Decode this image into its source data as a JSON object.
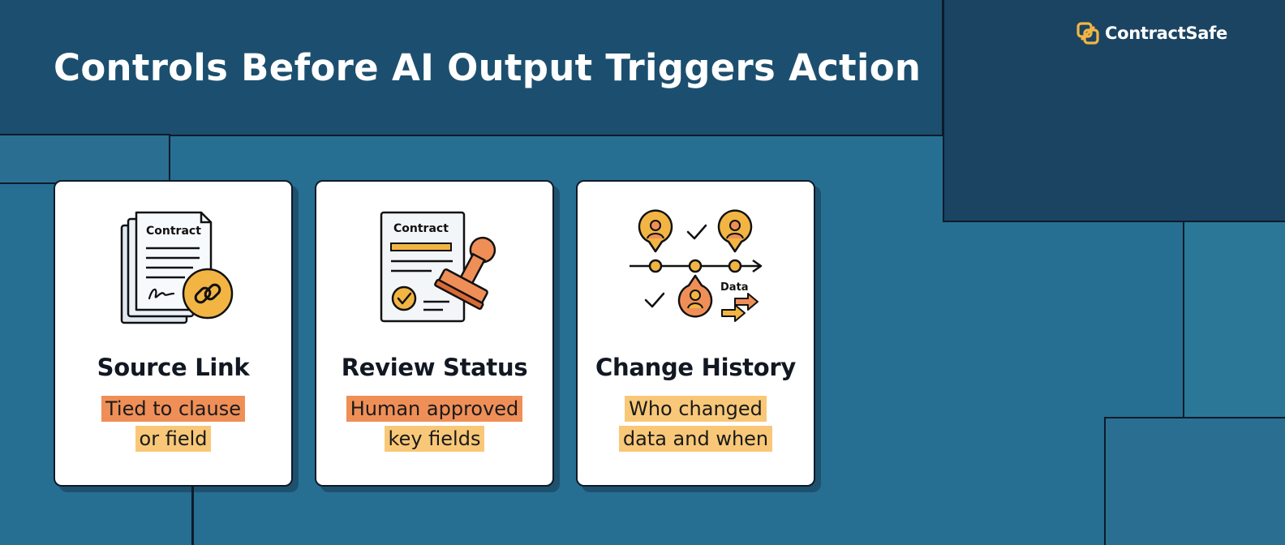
{
  "page": {
    "title": "Controls Before AI Output Triggers Action",
    "brand": "ContractSafe"
  },
  "colors": {
    "background": "#276f92",
    "header_band": "#1c4f6f",
    "accent_orange": "#ef8f57",
    "accent_yellow": "#f8c878",
    "brand_gold": "#f2b544"
  },
  "cards": [
    {
      "title": "Source Link",
      "line1": "Tied to clause",
      "line2": "or field",
      "icon": "contract-link-icon",
      "icon_label": "Contract"
    },
    {
      "title": "Review Status",
      "line1": "Human approved",
      "line2": "key fields",
      "icon": "contract-stamp-icon",
      "icon_label": "Contract"
    },
    {
      "title": "Change History",
      "line1": "Who changed",
      "line2": "data and when",
      "icon": "history-timeline-icon",
      "icon_label": "Data"
    }
  ]
}
